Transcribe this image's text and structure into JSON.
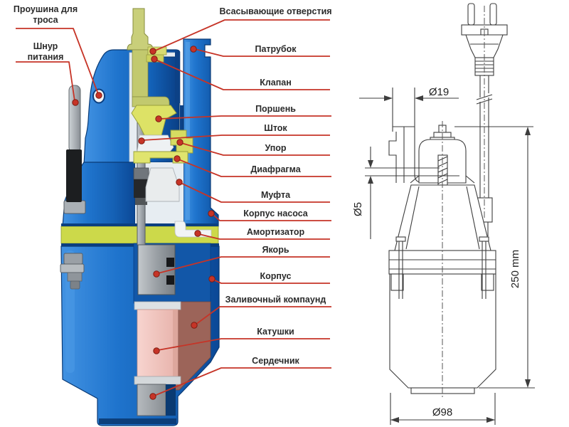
{
  "cutaway": {
    "labels_left": [
      {
        "id": "rope-eyelet",
        "text": "Проушина для троса"
      },
      {
        "id": "power-cord",
        "text": "Шнур питания"
      }
    ],
    "labels_right": [
      {
        "id": "suction-holes",
        "text": "Всасывающие отверстия"
      },
      {
        "id": "branch-pipe",
        "text": "Патрубок"
      },
      {
        "id": "valve",
        "text": "Клапан"
      },
      {
        "id": "piston",
        "text": "Поршень"
      },
      {
        "id": "rod",
        "text": "Шток"
      },
      {
        "id": "stop",
        "text": "Упор"
      },
      {
        "id": "diaphragm",
        "text": "Диафрагма"
      },
      {
        "id": "coupling",
        "text": "Муфта"
      },
      {
        "id": "pump-housing",
        "text": "Корпус насоса"
      },
      {
        "id": "shock-absorber",
        "text": "Амортизатор"
      },
      {
        "id": "armature",
        "text": "Якорь"
      },
      {
        "id": "body",
        "text": "Корпус"
      },
      {
        "id": "potting-compound",
        "text": "Заливочный компаунд"
      },
      {
        "id": "coils",
        "text": "Катушки"
      },
      {
        "id": "core",
        "text": "Сердечник"
      }
    ]
  },
  "dims": [
    {
      "id": "eyelet-plate-diameter",
      "text": "Ø19"
    },
    {
      "id": "inlet-hole-diameter",
      "text": "Ø5"
    },
    {
      "id": "overall-height",
      "text": "250 mm"
    },
    {
      "id": "base-diameter",
      "text": "Ø98"
    }
  ],
  "colors": {
    "leader_red": "#c63427",
    "pump_blue": "#1f74cd",
    "pump_blue_dark": "#0b4896",
    "rubber_khaki": "#dde266",
    "absorber_band": "#ccd94a",
    "coil_pink": "#f3c8c3",
    "compound_brown": "#9c6459",
    "metal_gray": "#9aa0a6",
    "line_art": "#3d3d3d",
    "label_text": "#2b2b2b"
  }
}
